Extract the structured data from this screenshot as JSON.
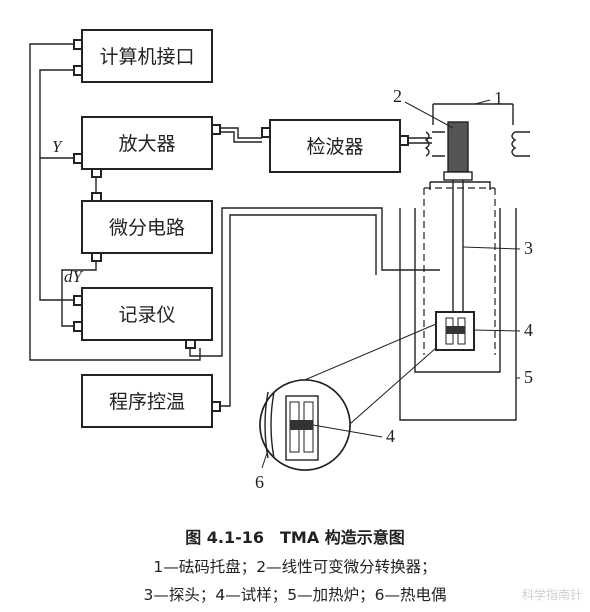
{
  "blocks": {
    "computer_interface": "计算机接口",
    "amplifier": "放大器",
    "detector": "检波器",
    "differential_circuit": "微分电路",
    "recorder": "记录仪",
    "temperature_programmer": "程序控温"
  },
  "signals": {
    "y": "Y",
    "dy": "dY"
  },
  "callouts": {
    "c1": "1",
    "c2": "2",
    "c3": "3",
    "c4": "4",
    "c5": "5",
    "c4_inset": "4",
    "c6": "6"
  },
  "caption": {
    "title": "图 4.1-16　TMA 构造示意图",
    "line1": "1—砝码托盘；2—线性可变微分转换器；",
    "line2": "3—探头；4—试样；5—加热炉；6—热电偶"
  },
  "watermark": "科学指南针"
}
